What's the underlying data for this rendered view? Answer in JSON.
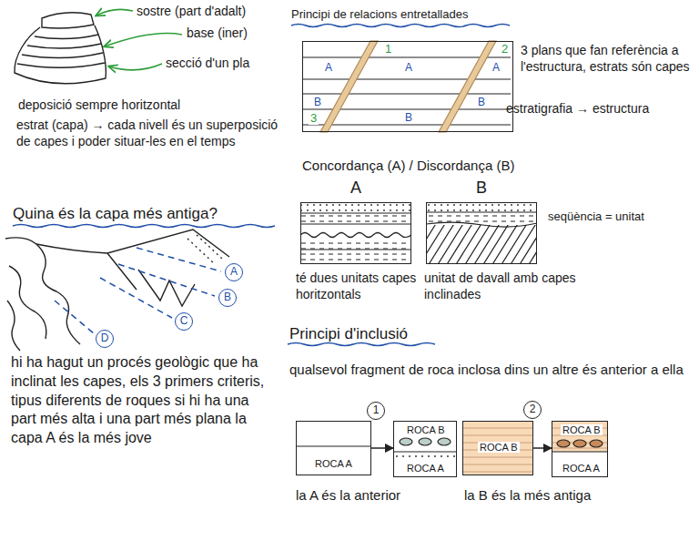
{
  "diagram": {
    "nodes": [
      {
        "text": [
          "A"
        ]
      },
      {
        "text": [
          "B"
        ]
      },
      {
        "text": [
          "C"
        ]
      },
      {
        "text": [
          "D"
        ]
      },
      {
        "text": [
          "1",
          "A",
          "2",
          "A",
          "A",
          "B",
          "3",
          "B",
          "B"
        ]
      },
      {
        "text": [
          "A"
        ]
      },
      {
        "text": [
          "B"
        ]
      },
      {
        "text": [
          "1"
        ]
      },
      {
        "text": [
          "ROCA A"
        ]
      },
      {
        "text": [
          "ROCA B",
          "ROCA A"
        ]
      },
      {
        "text": [
          "2"
        ]
      },
      {
        "text": [
          "ROCA B"
        ]
      },
      {
        "text": [
          "ROCA B",
          "ROCA A"
        ]
      }
    ],
    "edges": [
      {
        "from": 8,
        "to": 9,
        "arrow": "to"
      },
      {
        "from": 11,
        "to": 12,
        "arrow": "to"
      }
    ],
    "labels": [
      "sostre (part d'adalt)",
      "base (iner)",
      "secció d'un pla",
      "deposició sempre horitzontal",
      "estrat (capa) → cada nivell és un superposició de capes i poder situar-les en el temps",
      "Quina és la capa més antiga?",
      "hi ha hagut un procés geològic que ha inclinat les capes, els 3 primers criteris, tipus diferents de roques si hi ha una part més alta i una part més plana la capa A és la més jove",
      "Principi de relacions entretallades",
      "3 plans que fan referència a l'estructura, estrats són capes",
      "estratigrafia → estructura",
      "Concordança (A) / Discordança (B)",
      "seqüència = unitat",
      "té dues unitats capes horitzontals",
      "unitat de davall amb capes inclinades",
      "Principi d'inclusió",
      "qualsevol fragment de roca inclosa dins un altre és anterior a ella",
      "la A és la anterior",
      "la B és la més antiga"
    ]
  }
}
